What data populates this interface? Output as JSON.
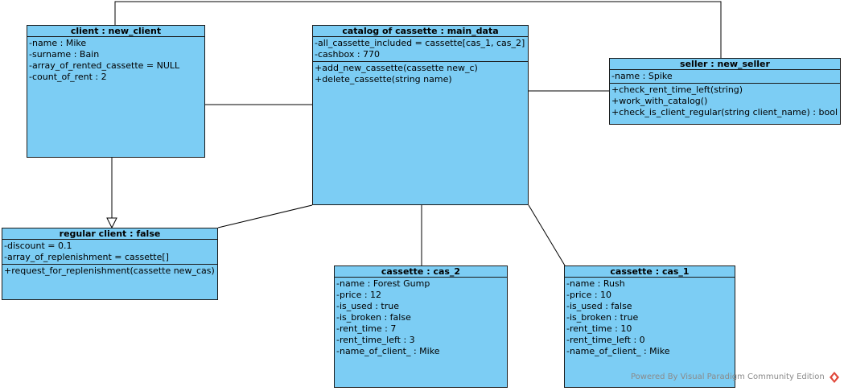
{
  "diagram": {
    "objects": {
      "client": {
        "title": "client : new_client",
        "attributes": [
          "-name : Mike",
          "-surname : Bain",
          "-array_of_rented_cassette = NULL",
          "-count_of_rent : 2"
        ],
        "operations": []
      },
      "catalog": {
        "title": "catalog of cassette : main_data",
        "attributes": [
          "-all_cassette_included = cassette[cas_1, cas_2]",
          "-cashbox : 770"
        ],
        "operations": [
          "+add_new_cassette(cassette new_c)",
          "+delete_cassette(string name)"
        ]
      },
      "seller": {
        "title": "seller : new_seller",
        "attributes": [
          "-name : Spike"
        ],
        "operations": [
          "+check_rent_time_left(string)",
          "+work_with_catalog()",
          "+check_is_client_regular(string client_name) : bool"
        ]
      },
      "regular": {
        "title": "regular client : false",
        "attributes": [
          "-discount = 0.1",
          "-array_of_replenishment = cassette[]"
        ],
        "operations": [
          "+request_for_replenishment(cassette new_cas)"
        ]
      },
      "cas2": {
        "title": "cassette : cas_2",
        "attributes": [
          "-name : Forest Gump",
          "-price : 12",
          "-is_used : true",
          "-is_broken : false",
          "-rent_time : 7",
          "-rent_time_left : 3",
          "-name_of_client_ : Mike"
        ],
        "operations": []
      },
      "cas1": {
        "title": "cassette : cas_1",
        "attributes": [
          "-name : Rush",
          "-price : 10",
          "-is_used : false",
          "-is_broken : true",
          "-rent_time : 10",
          "-rent_time_left : 0",
          "-name_of_client_ : Mike"
        ],
        "operations": []
      }
    },
    "relationships": [
      {
        "from": "client",
        "to": "catalog",
        "kind": "association"
      },
      {
        "from": "client",
        "to": "seller",
        "kind": "association"
      },
      {
        "from": "catalog",
        "to": "seller",
        "kind": "association"
      },
      {
        "from": "client",
        "to": "regular",
        "kind": "generalization"
      },
      {
        "from": "catalog",
        "to": "regular",
        "kind": "association"
      },
      {
        "from": "catalog",
        "to": "cas2",
        "kind": "association"
      },
      {
        "from": "catalog",
        "to": "cas1",
        "kind": "association"
      }
    ]
  },
  "watermark": "Powered By Visual Paradigm Community Edition",
  "colors": {
    "box_fill": "#7ccdf4",
    "border": "#1a1a1a",
    "line": "#000000",
    "watermark_text": "#8a8a8a",
    "logo": "#e0473a"
  }
}
